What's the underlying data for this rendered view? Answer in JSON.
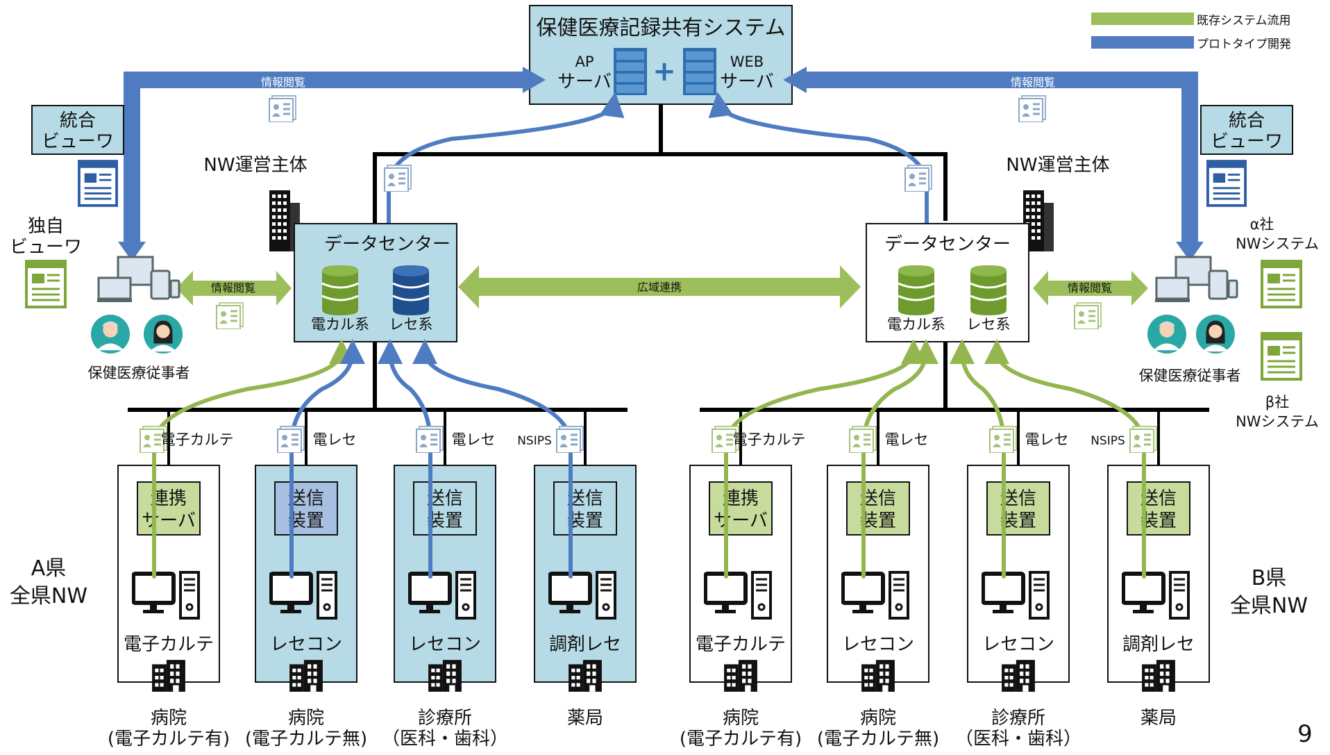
{
  "title": "保健医療記録共有システム",
  "ap_server": [
    "AP",
    "サーバ"
  ],
  "web_server": [
    "WEB",
    "サーバ"
  ],
  "legend": {
    "existing": "既存システム流用",
    "prototype": "プロトタイプ開発",
    "existing_color": "#9cbf5b",
    "prototype_color": "#4f7cc0"
  },
  "info_view": "情報閲覧",
  "wide_area": "広域連携",
  "integrated_viewer": [
    "統合",
    "ビューワ"
  ],
  "own_viewer": [
    "独自",
    "ビューワ"
  ],
  "nw_operator": "NW運営主体",
  "data_center": "データセンター",
  "den_kal": "電カル系",
  "rese": "レセ系",
  "staff": "保健医療従事者",
  "alpha_sys": [
    "α社",
    "NWシステム"
  ],
  "beta_sys": [
    "β社",
    "NWシステム"
  ],
  "pref_a": [
    "A県",
    "全県NW"
  ],
  "pref_b": [
    "B県",
    "全県NW"
  ],
  "feeds": [
    "電子カルテ",
    "電レセ",
    "NSIPS"
  ],
  "link_server": [
    "連携",
    "サーバ"
  ],
  "sender": [
    "送信",
    "装置"
  ],
  "systems": [
    "電子カルテ",
    "レセコン",
    "レセコン",
    "調剤レセ"
  ],
  "facilities": [
    [
      "病院",
      "(電子カルテ有)"
    ],
    [
      "病院",
      "(電子カルテ無)"
    ],
    [
      "診療所",
      "（医科・歯科）"
    ],
    [
      "薬局",
      ""
    ]
  ],
  "page_number": "9"
}
